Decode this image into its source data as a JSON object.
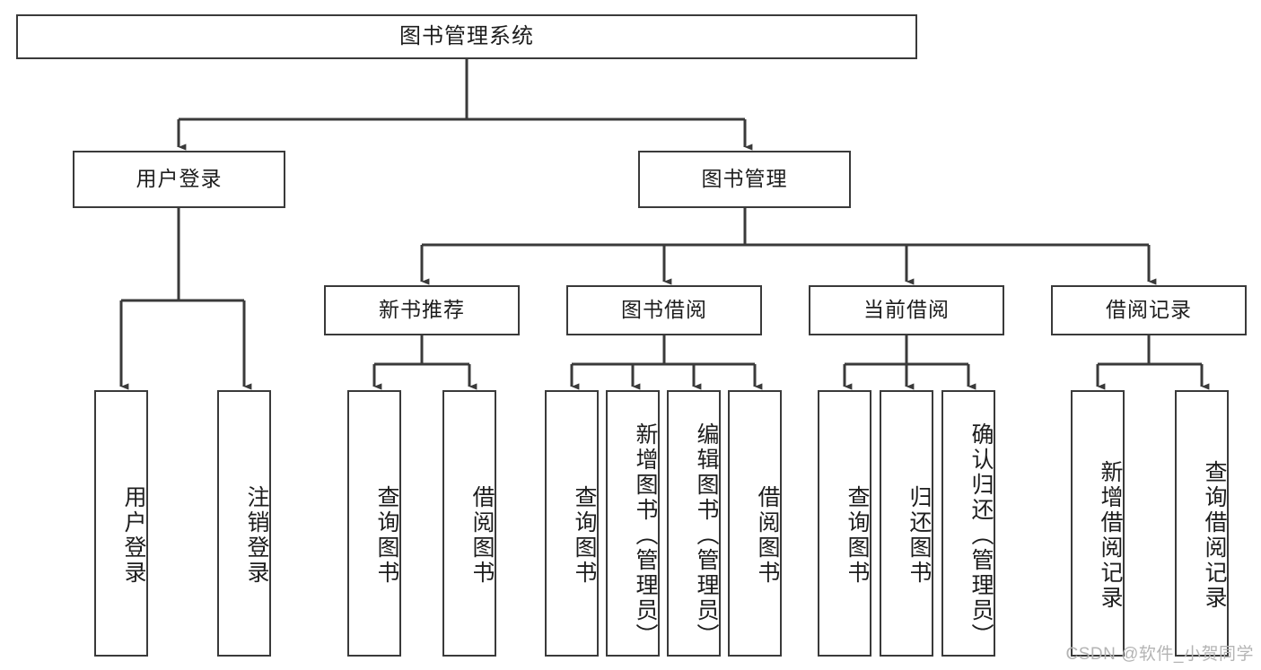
{
  "diagram": {
    "title": "图书管理系统",
    "watermark": "CSDN @软件_小贺同学",
    "line_color": "#3a3a3a",
    "box_fill": "#ffffff",
    "text_color": "#1d1d1d",
    "watermark_color": "#b4b4b4"
  },
  "nodes": {
    "root": {
      "label": "图书管理系统"
    },
    "level2": [
      {
        "label": "用户登录"
      },
      {
        "label": "图书管理"
      }
    ],
    "level3": [
      {
        "label": "新书推荐"
      },
      {
        "label": "图书借阅"
      },
      {
        "label": "当前借阅"
      },
      {
        "label": "借阅记录"
      }
    ],
    "leaves": {
      "user_login": [
        {
          "label": "用户登录"
        },
        {
          "label": "注销登录"
        }
      ],
      "new_book": [
        {
          "label": "查询图书"
        },
        {
          "label": "借阅图书"
        }
      ],
      "book_borrow": [
        {
          "label": "查询图书"
        },
        {
          "label": "新增图书（管理员）"
        },
        {
          "label": "编辑图书（管理员）"
        },
        {
          "label": "借阅图书"
        }
      ],
      "current_borrow": [
        {
          "label": "查询图书"
        },
        {
          "label": "归还图书"
        },
        {
          "label": "确认归还（管理员）"
        }
      ],
      "borrow_record": [
        {
          "label": "新增借阅记录"
        },
        {
          "label": "查询借阅记录"
        }
      ]
    }
  }
}
